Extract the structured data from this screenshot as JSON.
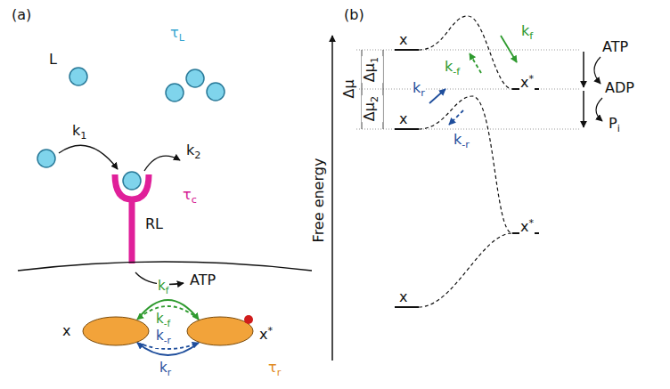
{
  "diagram": {
    "nodes": [
      {
        "text": [
          "x"
        ]
      },
      {
        "text": [
          "x*"
        ]
      }
    ],
    "edges": [
      {
        "from": 0,
        "to": 1,
        "arrow": "to",
        "label": "kf"
      },
      {
        "from": 1,
        "to": 0,
        "arrow": "to",
        "label": "k-f"
      },
      {
        "from": 0,
        "to": 1,
        "arrow": "to",
        "label": "k-r"
      },
      {
        "from": 1,
        "to": 0,
        "arrow": "to",
        "label": "kr"
      }
    ],
    "labels": [
      "(a)",
      "L",
      "τL",
      "k1",
      "k2",
      "RL",
      "τc",
      "ATP",
      "τr",
      "(b)",
      "Free energy",
      "Δμ",
      "Δμ1",
      "Δμ2",
      "x",
      "x*",
      "x",
      "x*",
      "x",
      "kf",
      "k-f",
      "kr",
      "k-r",
      "ATP",
      "ADP",
      "Pi"
    ]
  }
}
